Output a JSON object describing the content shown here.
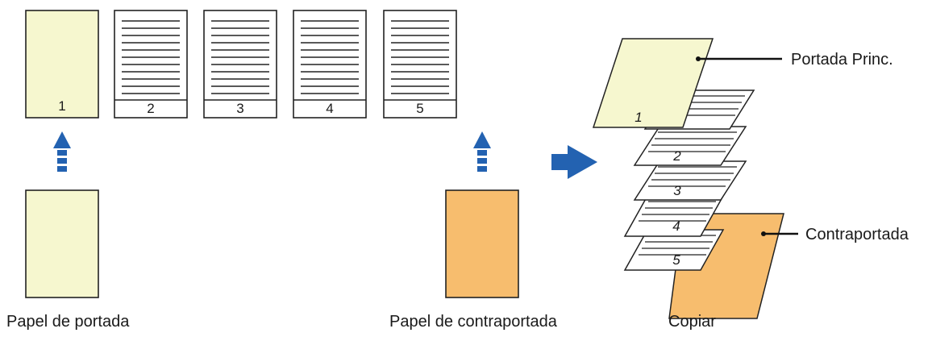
{
  "colors": {
    "cover_yellow": "#f6f7cf",
    "back_orange": "#f7bd6e",
    "arrow_blue": "#2362b1",
    "stroke": "#222222",
    "text": "#1a1a1a"
  },
  "original_pages": [
    "1",
    "2",
    "3",
    "4",
    "5"
  ],
  "copy_stack": {
    "cover_number": "1",
    "page_numbers": [
      "2",
      "3",
      "4",
      "5"
    ]
  },
  "labels": {
    "cover_paper": "Papel de portada",
    "back_cover_paper": "Papel de contraportada",
    "copy": "Copiar",
    "front_cover": "Portada Princ.",
    "back_cover": "Contraportada"
  },
  "icons": {
    "insert_arrows": "dashed-up-arrow-icon",
    "process_arrow": "right-arrow-icon"
  }
}
